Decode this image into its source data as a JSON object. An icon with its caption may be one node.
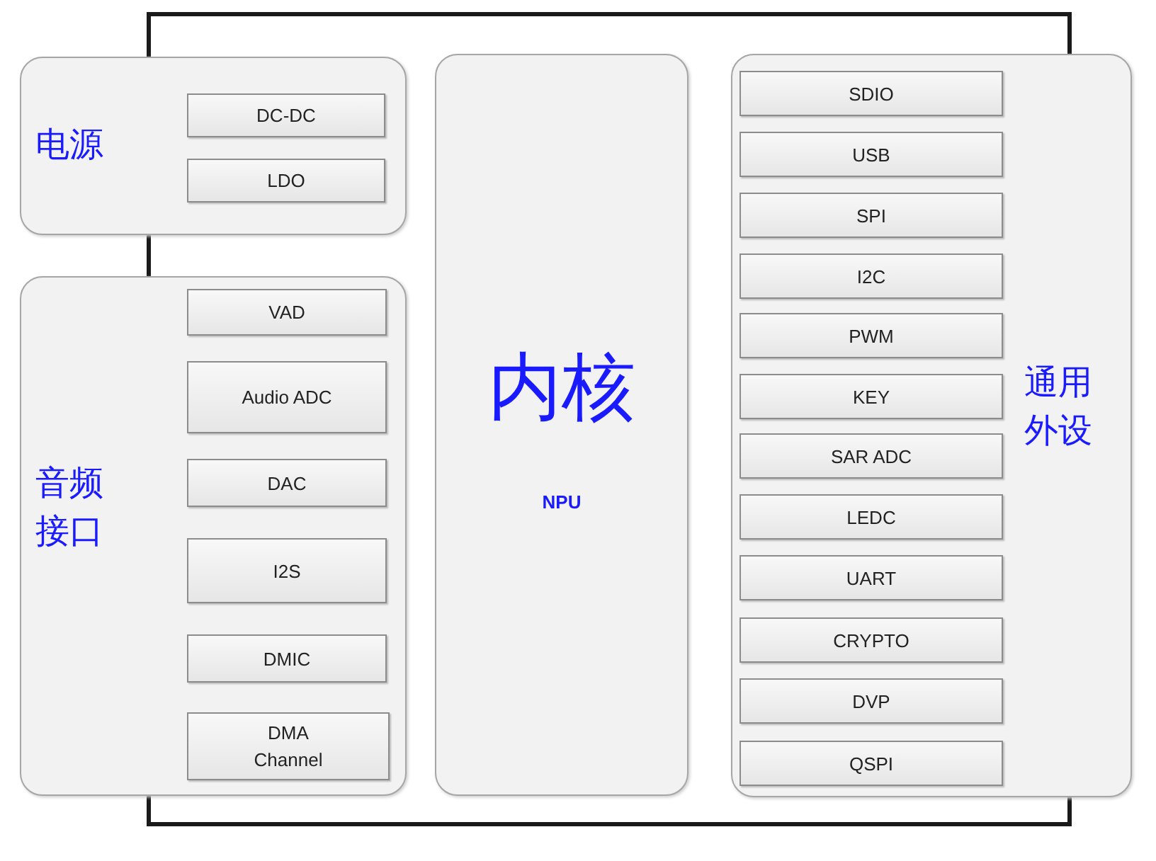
{
  "diagram": {
    "nodes": [
      {
        "text": [
          "电源"
        ]
      },
      {
        "text": [
          "DC-DC"
        ],
        "in": 0
      },
      {
        "text": [
          "LDO"
        ],
        "in": 0
      },
      {
        "text": [
          "音频接口"
        ]
      },
      {
        "text": [
          "VAD"
        ],
        "in": 3
      },
      {
        "text": [
          "Audio ADC"
        ],
        "in": 3
      },
      {
        "text": [
          "DAC"
        ],
        "in": 3
      },
      {
        "text": [
          "I2S"
        ],
        "in": 3
      },
      {
        "text": [
          "DMIC"
        ],
        "in": 3
      },
      {
        "text": [
          "DMA Channel"
        ],
        "in": 3
      },
      {
        "text": [
          "内核",
          "NPU"
        ]
      },
      {
        "text": [
          "通用外设"
        ]
      },
      {
        "text": [
          "SDIO"
        ],
        "in": 11
      },
      {
        "text": [
          "USB"
        ],
        "in": 11
      },
      {
        "text": [
          "SPI"
        ],
        "in": 11
      },
      {
        "text": [
          "I2C"
        ],
        "in": 11
      },
      {
        "text": [
          "PWM"
        ],
        "in": 11
      },
      {
        "text": [
          "KEY"
        ],
        "in": 11
      },
      {
        "text": [
          "SAR ADC"
        ],
        "in": 11
      },
      {
        "text": [
          "LEDC"
        ],
        "in": 11
      },
      {
        "text": [
          "UART"
        ],
        "in": 11
      },
      {
        "text": [
          "CRYPTO"
        ],
        "in": 11
      },
      {
        "text": [
          "DVP"
        ],
        "in": 11
      },
      {
        "text": [
          "QSPI"
        ],
        "in": 11
      }
    ],
    "edges": [
      {
        "from": 0,
        "to": 11,
        "arrow": "none"
      },
      {
        "from": 0,
        "to": 3,
        "arrow": "none"
      },
      {
        "from": 3,
        "to": 11,
        "arrow": "none"
      }
    ]
  }
}
